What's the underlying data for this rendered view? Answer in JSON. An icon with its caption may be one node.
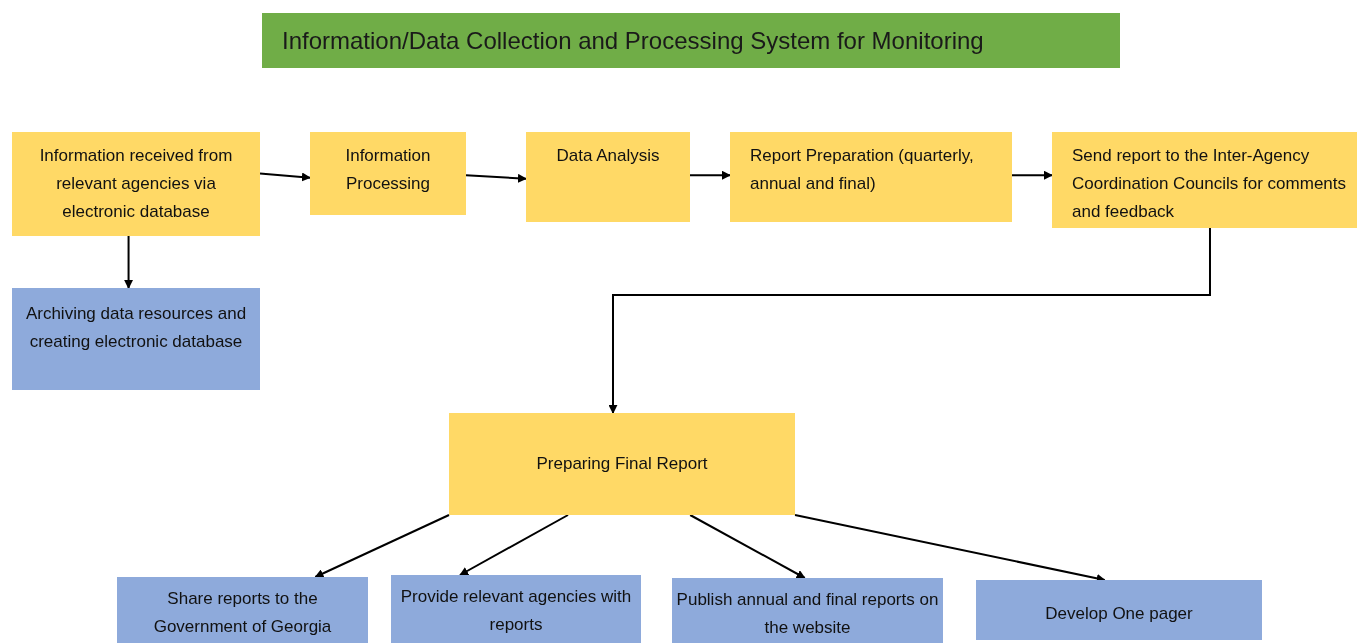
{
  "diagram": {
    "title": "Information/Data Collection and Processing System for Monitoring",
    "nodes": [
      {
        "text": [
          "Information received from relevant agencies via electronic database"
        ]
      },
      {
        "text": [
          "Information Processing"
        ]
      },
      {
        "text": [
          "Data Analysis"
        ]
      },
      {
        "text": [
          "Report Preparation (quarterly, annual and final)"
        ]
      },
      {
        "text": [
          "Send report to the Inter-Agency Coordination Councils for comments and feedback"
        ]
      },
      {
        "text": [
          "Archiving data resources and creating electronic database"
        ]
      },
      {
        "text": [
          "Preparing Final Report"
        ]
      },
      {
        "text": [
          "Share reports to the Government of Georgia"
        ]
      },
      {
        "text": [
          "Provide relevant agencies with reports"
        ]
      },
      {
        "text": [
          "Publish annual and final reports on the website"
        ]
      },
      {
        "text": [
          "Develop One pager"
        ]
      }
    ],
    "edges": [
      {
        "from": 0,
        "to": 1,
        "arrow": "to"
      },
      {
        "from": 1,
        "to": 2,
        "arrow": "to"
      },
      {
        "from": 2,
        "to": 3,
        "arrow": "to"
      },
      {
        "from": 3,
        "to": 4,
        "arrow": "to"
      },
      {
        "from": 0,
        "to": 5,
        "arrow": "to"
      },
      {
        "from": 4,
        "to": 6,
        "arrow": "to"
      },
      {
        "from": 6,
        "to": 7,
        "arrow": "to"
      },
      {
        "from": 6,
        "to": 8,
        "arrow": "to"
      },
      {
        "from": 6,
        "to": 9,
        "arrow": "to"
      },
      {
        "from": 6,
        "to": 10,
        "arrow": "to"
      }
    ]
  }
}
